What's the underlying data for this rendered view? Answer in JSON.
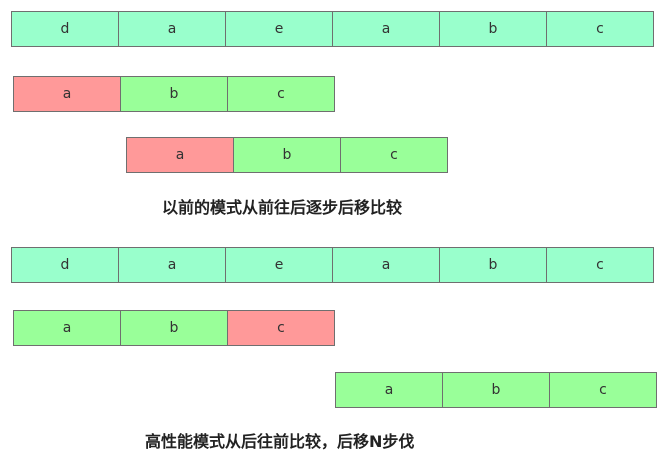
{
  "colors": {
    "text_cell": "#99ffcc",
    "match": "#99ff99",
    "mismatch": "#ff9999"
  },
  "example1": {
    "text": [
      "d",
      "a",
      "e",
      "a",
      "b",
      "c"
    ],
    "pattern_step1": [
      {
        "char": "a",
        "state": "mismatch"
      },
      {
        "char": "b",
        "state": "match"
      },
      {
        "char": "c",
        "state": "match"
      }
    ],
    "pattern_step2": [
      {
        "char": "a",
        "state": "mismatch"
      },
      {
        "char": "b",
        "state": "match"
      },
      {
        "char": "c",
        "state": "match"
      }
    ],
    "caption": "以前的模式从前往后逐步后移比较"
  },
  "example2": {
    "text": [
      "d",
      "a",
      "e",
      "a",
      "b",
      "c"
    ],
    "pattern_step1": [
      {
        "char": "a",
        "state": "match"
      },
      {
        "char": "b",
        "state": "match"
      },
      {
        "char": "c",
        "state": "mismatch"
      }
    ],
    "pattern_step2": [
      {
        "char": "a",
        "state": "match"
      },
      {
        "char": "b",
        "state": "match"
      },
      {
        "char": "c",
        "state": "match"
      }
    ],
    "caption": "高性能模式从后往前比较，后移N步伐"
  }
}
